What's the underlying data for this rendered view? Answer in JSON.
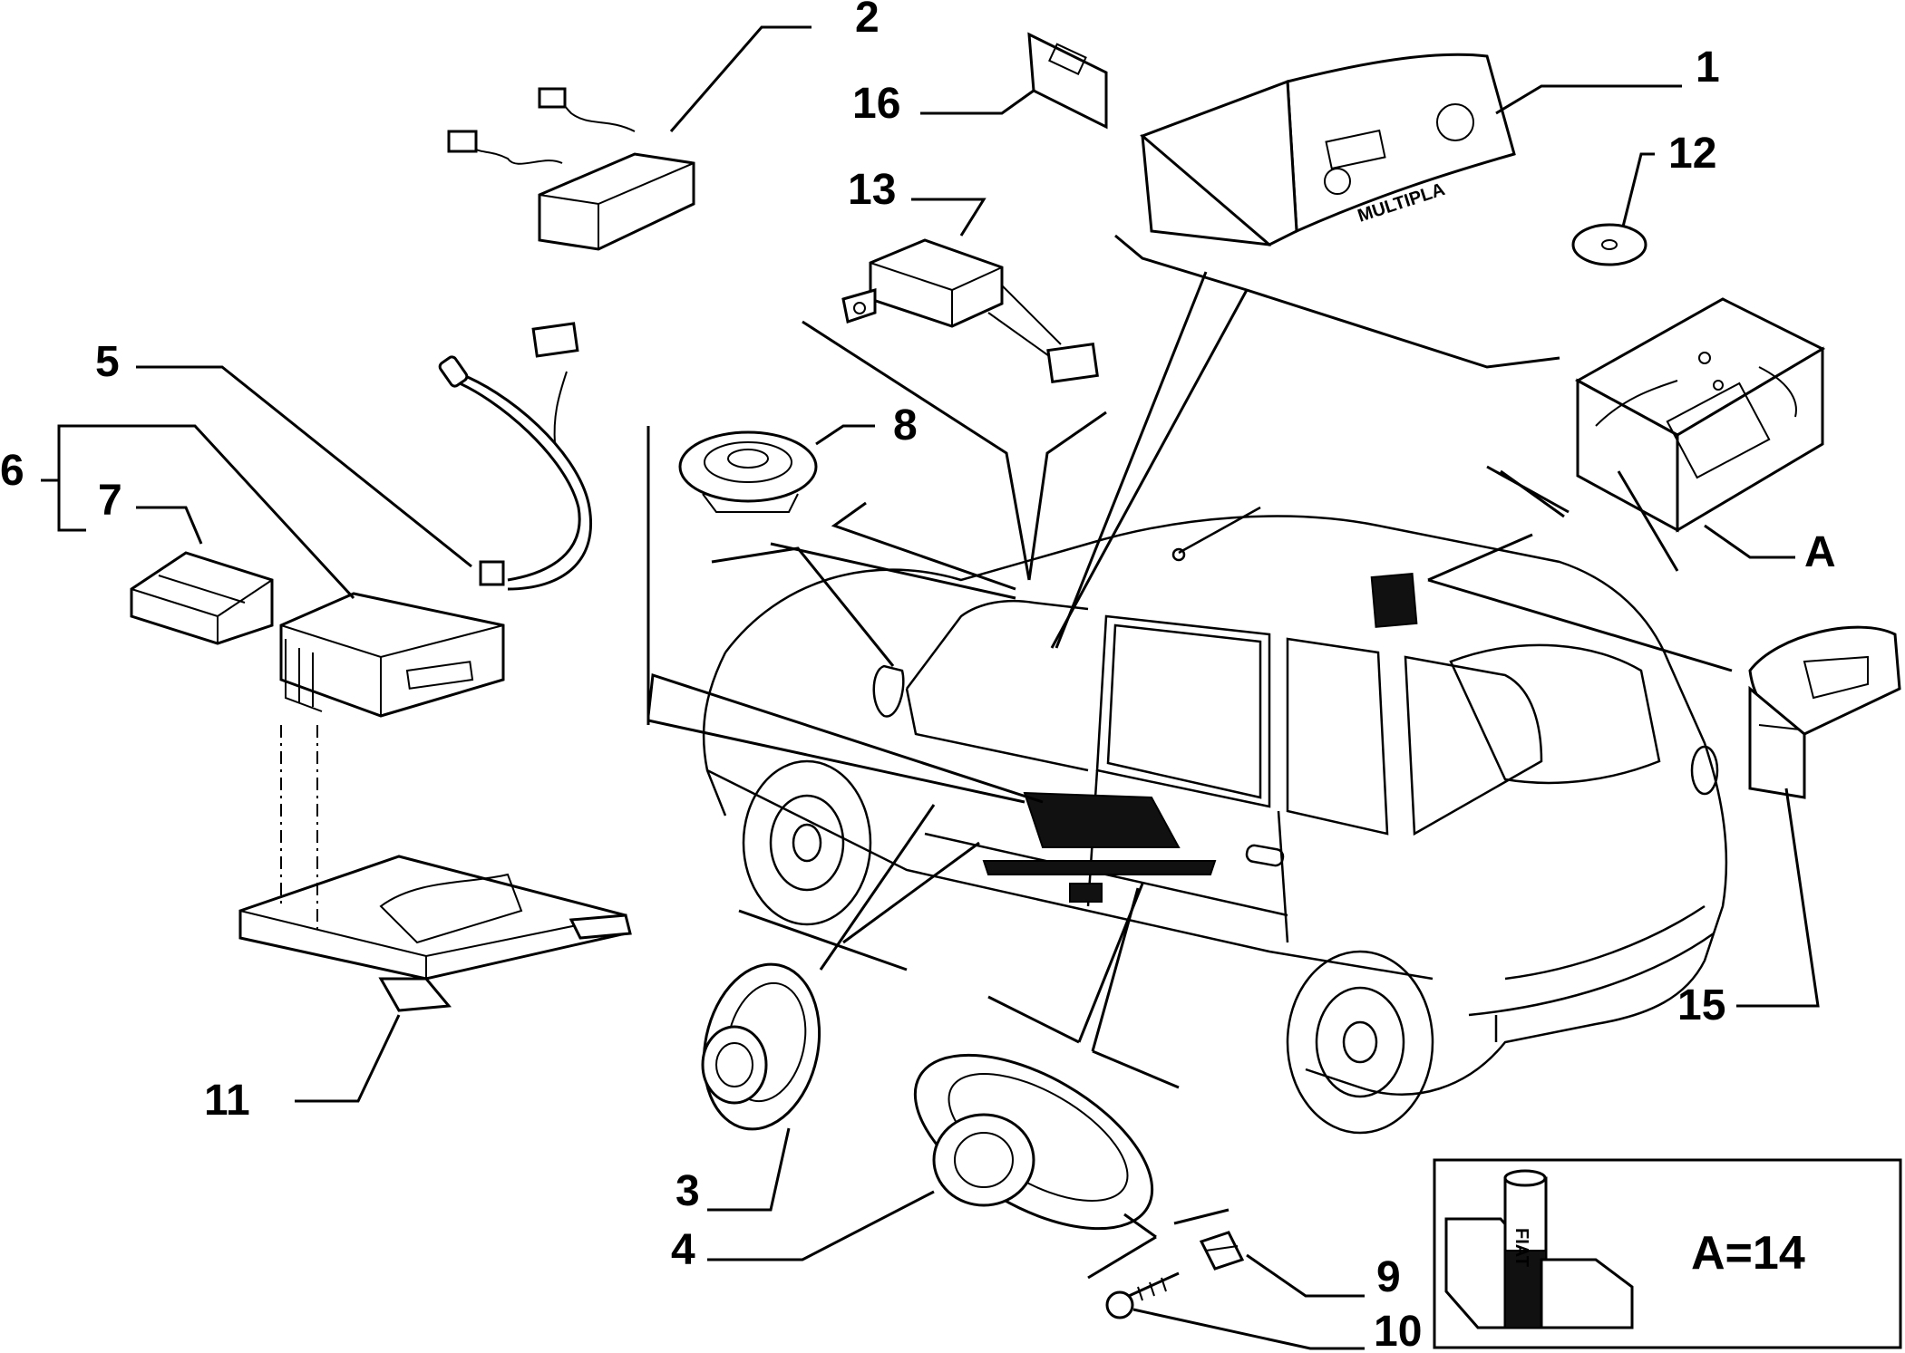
{
  "callouts": [
    {
      "id": "1",
      "text": "1"
    },
    {
      "id": "2",
      "text": "2"
    },
    {
      "id": "3",
      "text": "3"
    },
    {
      "id": "4",
      "text": "4"
    },
    {
      "id": "5",
      "text": "5"
    },
    {
      "id": "6",
      "text": "6"
    },
    {
      "id": "7",
      "text": "7"
    },
    {
      "id": "8",
      "text": "8"
    },
    {
      "id": "9",
      "text": "9"
    },
    {
      "id": "10",
      "text": "10"
    },
    {
      "id": "11",
      "text": "11"
    },
    {
      "id": "12",
      "text": "12"
    },
    {
      "id": "13",
      "text": "13"
    },
    {
      "id": "15",
      "text": "15"
    },
    {
      "id": "16",
      "text": "16"
    },
    {
      "id": "A",
      "text": "A"
    }
  ],
  "radio_brand": "MULTIPLA",
  "legend": {
    "text": "A=14",
    "brand_text": "FIAT"
  }
}
